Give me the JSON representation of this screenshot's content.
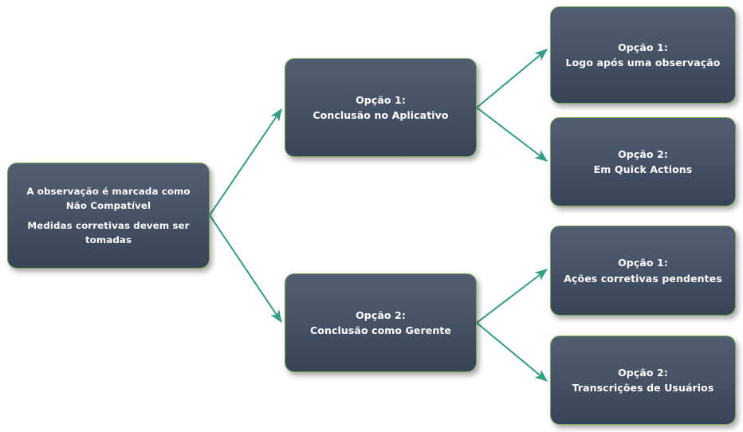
{
  "diagram": {
    "type": "flowchart",
    "orientation": "left-to-right",
    "background_color": "#ffffff",
    "node_fill_top": "#515e72",
    "node_fill_bottom": "#374357",
    "node_border_color": "#79a857",
    "node_text_color": "#ffffff",
    "edge_color": "#2e9e85",
    "nodes": {
      "root": {
        "line1": "A observação é marcada como Não Compatível",
        "line2": "Medidas corretivas devem ser tomadas"
      },
      "branch_top": {
        "line1": "Opção 1:",
        "line2": "Conclusão no Aplicativo"
      },
      "branch_bottom": {
        "line1": "Opção 2:",
        "line2": "Conclusão como Gerente"
      },
      "leaf_1": {
        "line1": "Opção 1:",
        "line2": "Logo após uma observação"
      },
      "leaf_2": {
        "line1": "Opção 2:",
        "line2": "Em Quick Actions"
      },
      "leaf_3": {
        "line1": "Opção 1:",
        "line2": "Ações corretivas pendentes"
      },
      "leaf_4": {
        "line1": "Opção 2:",
        "line2": "Transcrições de Usuários"
      }
    },
    "edges": [
      {
        "from": "root",
        "to": "branch_top"
      },
      {
        "from": "root",
        "to": "branch_bottom"
      },
      {
        "from": "branch_top",
        "to": "leaf_1"
      },
      {
        "from": "branch_top",
        "to": "leaf_2"
      },
      {
        "from": "branch_bottom",
        "to": "leaf_3"
      },
      {
        "from": "branch_bottom",
        "to": "leaf_4"
      }
    ]
  }
}
